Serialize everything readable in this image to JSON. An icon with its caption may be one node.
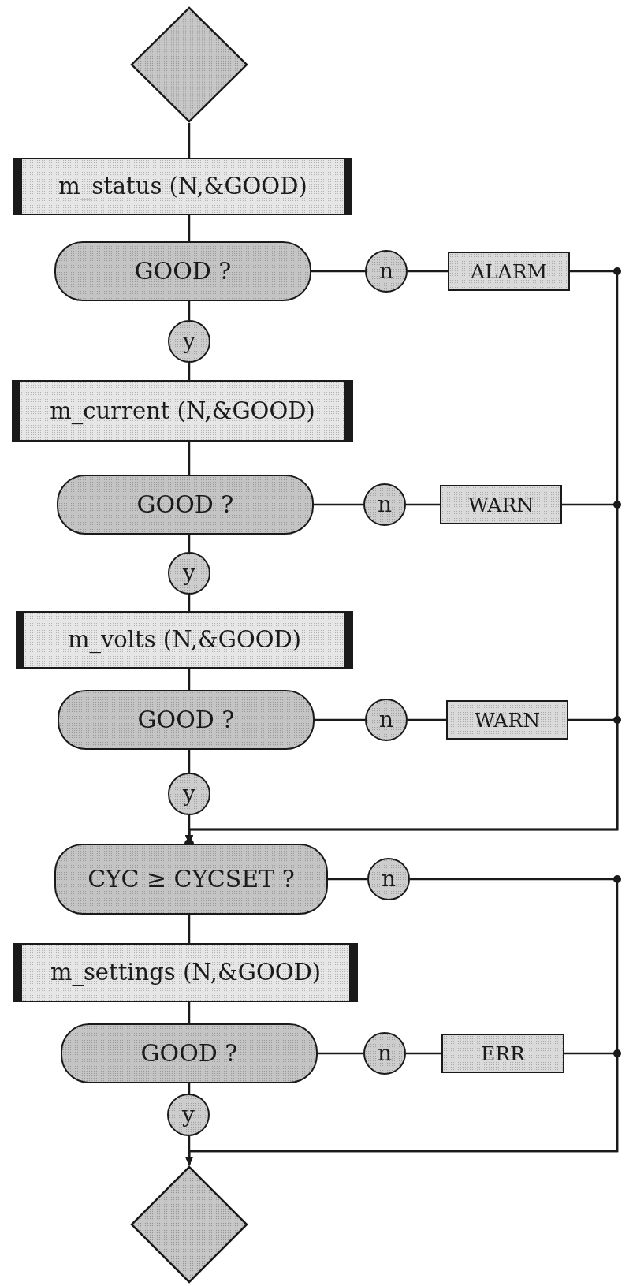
{
  "diagram": {
    "nodes": [
      {
        "text": [],
        "shape": "diamond"
      },
      {
        "text": [
          "m_status (N,&GOOD)"
        ]
      },
      {
        "text": [
          "GOOD ?"
        ]
      },
      {
        "text": [
          "n"
        ]
      },
      {
        "text": [
          "ALARM"
        ]
      },
      {
        "text": [
          "y"
        ]
      },
      {
        "text": [
          "m_current (N,&GOOD)"
        ]
      },
      {
        "text": [
          "GOOD ?"
        ]
      },
      {
        "text": [
          "n"
        ]
      },
      {
        "text": [
          "WARN"
        ]
      },
      {
        "text": [
          "y"
        ]
      },
      {
        "text": [
          "m_volts (N,&GOOD)"
        ]
      },
      {
        "text": [
          "GOOD ?"
        ]
      },
      {
        "text": [
          "n"
        ]
      },
      {
        "text": [
          "WARN"
        ]
      },
      {
        "text": [
          "y"
        ]
      },
      {
        "text": [
          "CYC ≥ CYCSET ?"
        ]
      },
      {
        "text": [
          "n"
        ]
      },
      {
        "text": [
          "m_settings (N,&GOOD)"
        ]
      },
      {
        "text": [
          "GOOD ?"
        ]
      },
      {
        "text": [
          "n"
        ]
      },
      {
        "text": [
          "ERR"
        ]
      },
      {
        "text": [
          "y"
        ]
      },
      {
        "text": [],
        "shape": "diamond"
      }
    ],
    "edges": [
      {
        "from": 0,
        "to": 1,
        "arrow": "none"
      },
      {
        "from": 1,
        "to": 2,
        "arrow": "none"
      },
      {
        "from": 2,
        "to": 3,
        "arrow": "none"
      },
      {
        "from": 3,
        "to": 4,
        "arrow": "none"
      },
      {
        "from": 4,
        "to": 16,
        "arrow": "to"
      },
      {
        "from": 2,
        "to": 5,
        "arrow": "none"
      },
      {
        "from": 5,
        "to": 6,
        "arrow": "none"
      },
      {
        "from": 6,
        "to": 7,
        "arrow": "none"
      },
      {
        "from": 7,
        "to": 8,
        "arrow": "none"
      },
      {
        "from": 8,
        "to": 9,
        "arrow": "none"
      },
      {
        "from": 9,
        "to": 16,
        "arrow": "to"
      },
      {
        "from": 7,
        "to": 10,
        "arrow": "none"
      },
      {
        "from": 10,
        "to": 11,
        "arrow": "none"
      },
      {
        "from": 11,
        "to": 12,
        "arrow": "none"
      },
      {
        "from": 12,
        "to": 13,
        "arrow": "none"
      },
      {
        "from": 13,
        "to": 14,
        "arrow": "none"
      },
      {
        "from": 14,
        "to": 16,
        "arrow": "to"
      },
      {
        "from": 12,
        "to": 15,
        "arrow": "none"
      },
      {
        "from": 15,
        "to": 16,
        "arrow": "other"
      },
      {
        "from": 16,
        "to": 17,
        "arrow": "none"
      },
      {
        "from": 17,
        "to": 23,
        "arrow": "to"
      },
      {
        "from": 16,
        "to": 18,
        "arrow": "none"
      },
      {
        "from": 18,
        "to": 19,
        "arrow": "none"
      },
      {
        "from": 19,
        "to": 20,
        "arrow": "none"
      },
      {
        "from": 20,
        "to": 21,
        "arrow": "none"
      },
      {
        "from": 21,
        "to": 23,
        "arrow": "to"
      },
      {
        "from": 19,
        "to": 22,
        "arrow": "none"
      },
      {
        "from": 22,
        "to": 23,
        "arrow": "none"
      }
    ]
  }
}
